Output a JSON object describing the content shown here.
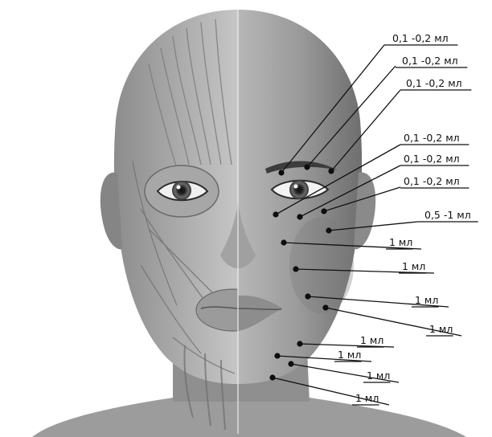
{
  "labels": [
    "0,1 -0,2 мл",
    "0,1 -0,2 мл",
    "0,1 -0,2 мл",
    "0,1 -0,2 мл",
    "0,1 -0,2 мл",
    "0,1 -0,2 мл",
    "0,5 -1 мл",
    "1 мл",
    "1 мл",
    "1 мл",
    "1 мл",
    "1 мл",
    "1 мл",
    "1 мл",
    "1 мл"
  ],
  "colors": {
    "background": "#ffffff",
    "skin_light": "#d9d9d9",
    "skin_dark": "#7a7a7a",
    "muscle": "#b4b4b4",
    "line": "#111111"
  }
}
